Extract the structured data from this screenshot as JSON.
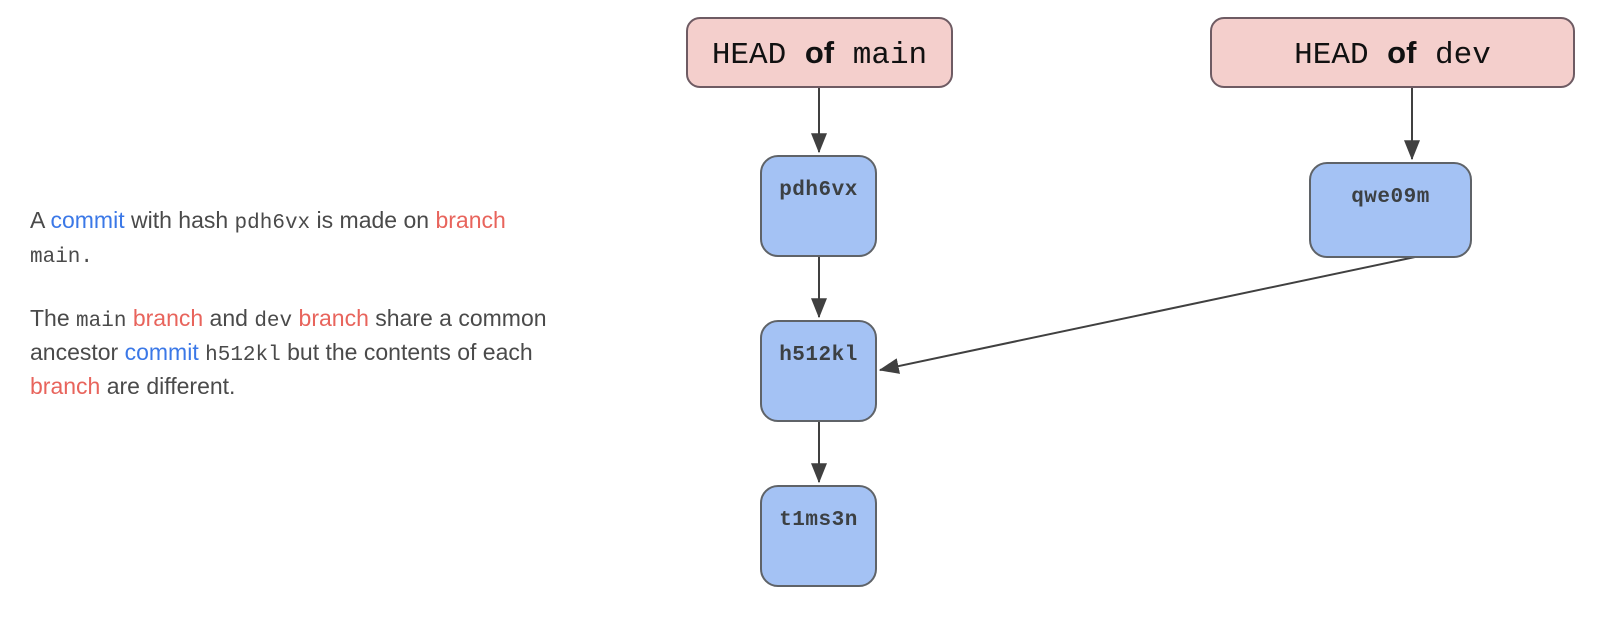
{
  "explanation": {
    "paragraph1": {
      "t1": "A ",
      "kw_commit": "commit",
      "t2": " with hash ",
      "hash": "pdh6vx",
      "t3": " is made on ",
      "kw_branch": "branch",
      "t4": " ",
      "branch_name": "main",
      "t5": "."
    },
    "paragraph2": {
      "t1": "The ",
      "branch_a": "main",
      "t2": " ",
      "kw_branch_a": "branch",
      "t3": " and ",
      "branch_b": "dev",
      "t4": " ",
      "kw_branch_b": "branch",
      "t5": " share a common ancestor ",
      "kw_commit": "commit",
      "t6": " ",
      "hash": "h512kl",
      "t7": " but the contents of each ",
      "kw_branch_c": "branch",
      "t8": " are different."
    }
  },
  "diagram": {
    "heads": [
      {
        "id": "head-main",
        "prefix": "HEAD",
        "of": "of",
        "branch": "main"
      },
      {
        "id": "head-dev",
        "prefix": "HEAD",
        "of": "of",
        "branch": "dev"
      }
    ],
    "commits": [
      {
        "id": "pdh6vx",
        "hash": "pdh6vx",
        "branch": "main"
      },
      {
        "id": "h512kl",
        "hash": "h512kl",
        "branch": "main"
      },
      {
        "id": "t1ms3n",
        "hash": "t1ms3n",
        "branch": "main"
      },
      {
        "id": "qwe09m",
        "hash": "qwe09m",
        "branch": "dev"
      }
    ],
    "edges": [
      {
        "from": "head-main",
        "to": "pdh6vx",
        "kind": "points-to"
      },
      {
        "from": "pdh6vx",
        "to": "h512kl",
        "kind": "parent"
      },
      {
        "from": "h512kl",
        "to": "t1ms3n",
        "kind": "parent"
      },
      {
        "from": "head-dev",
        "to": "qwe09m",
        "kind": "points-to"
      },
      {
        "from": "qwe09m",
        "to": "h512kl",
        "kind": "parent"
      }
    ]
  },
  "colors": {
    "head_fill": "#f4cfcc",
    "head_stroke": "#6e5b63",
    "commit_fill": "#a4c2f4",
    "commit_stroke": "#5f6368",
    "edge_stroke": "#404040",
    "text_body": "#4a4a4a",
    "keyword_commit": "#3b78e7",
    "keyword_branch": "#e8645c",
    "background": "#ffffff"
  }
}
